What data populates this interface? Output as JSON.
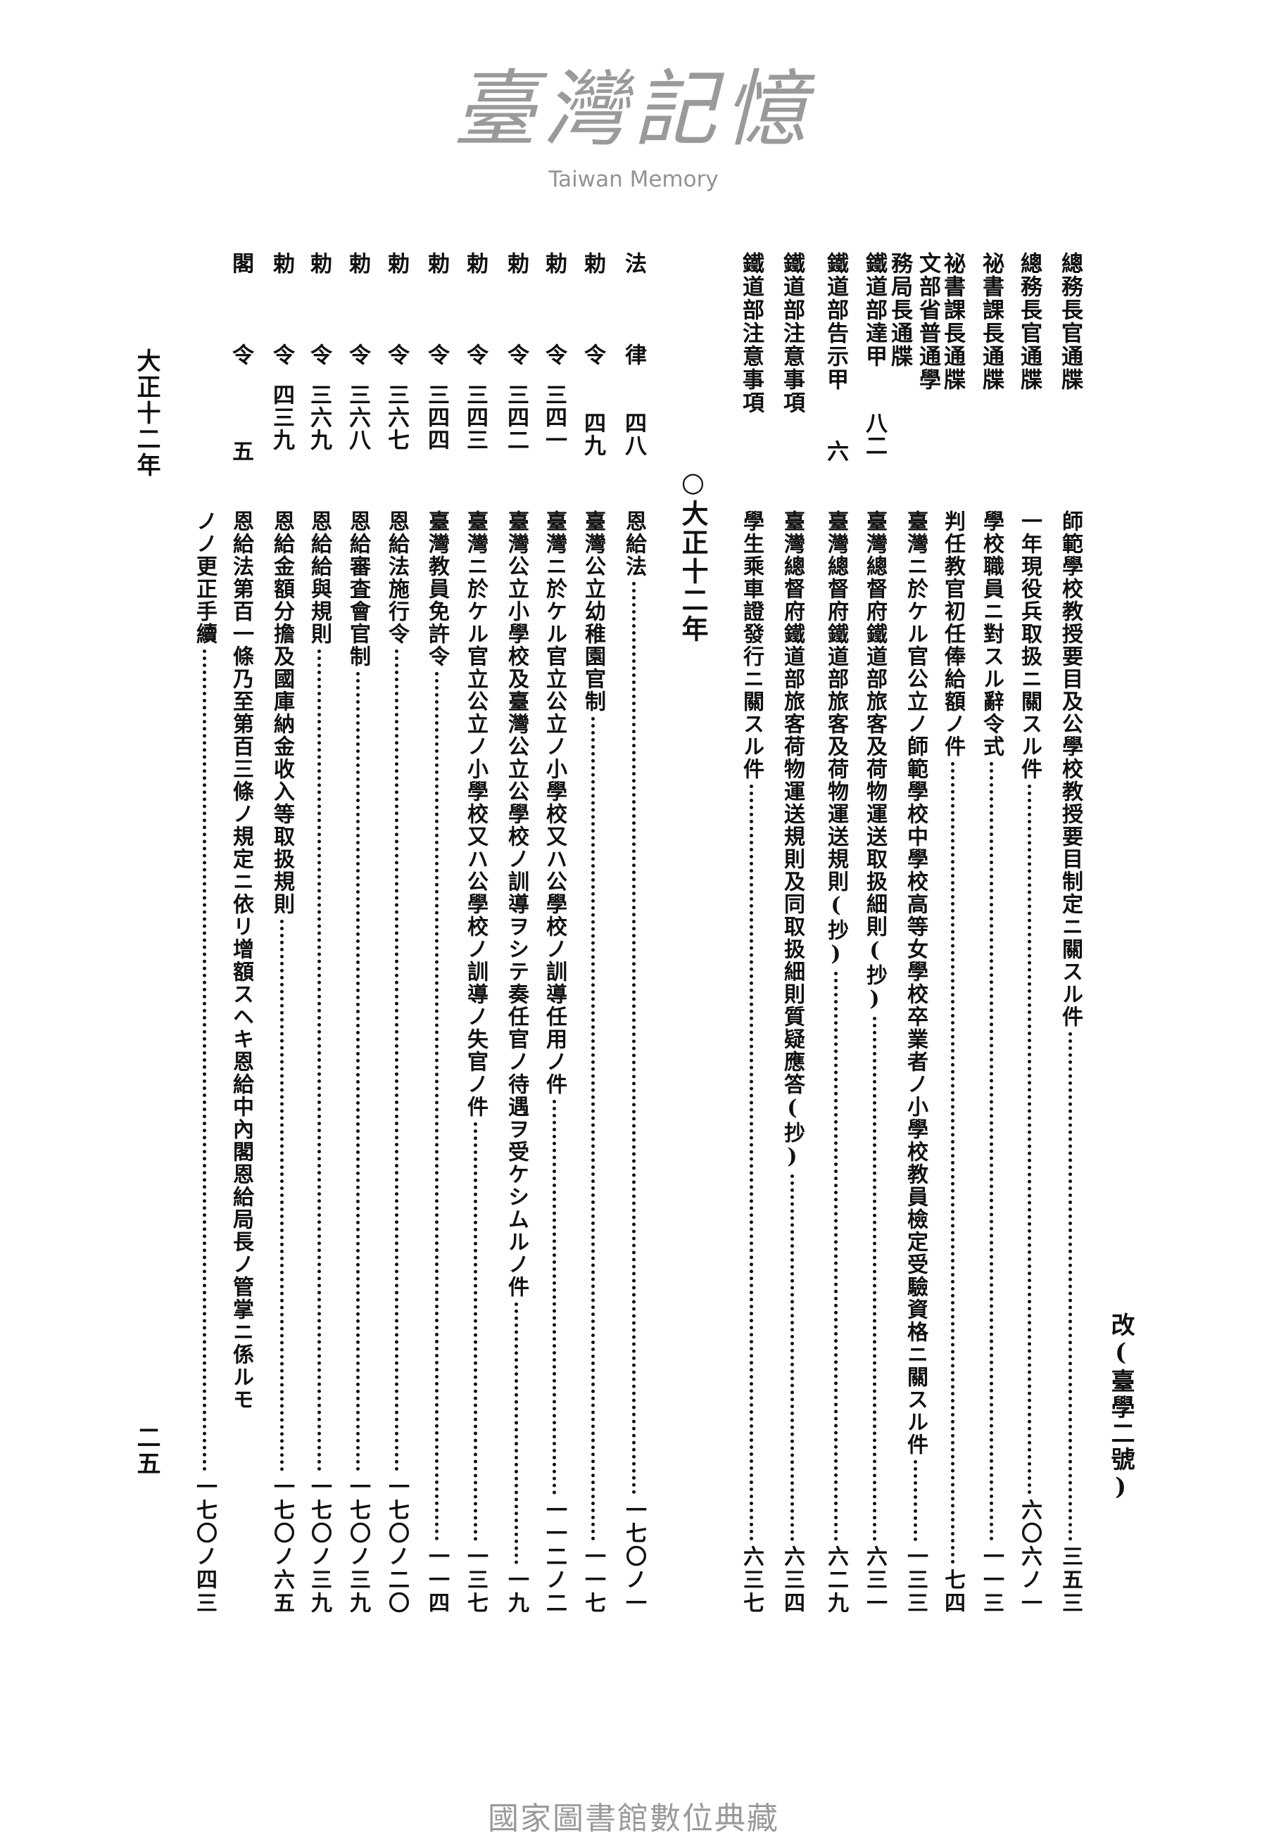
{
  "continuation_header": "改(臺學二號)",
  "top_section": {
    "rows": [
      {
        "issuer": [
          "總務長官通牒"
        ],
        "number": "",
        "title": [
          "師範學校教授要目及公學校教授要目制定ニ關スル件"
        ],
        "page": "三五三"
      },
      {
        "issuer": [
          "總務長官通牒"
        ],
        "number": "",
        "title": [
          "一年現役兵取扱ニ關スル件"
        ],
        "page": "六〇六ノ一"
      },
      {
        "issuer": [
          "祕書課長通牒"
        ],
        "number": "",
        "title": [
          "學校職員ニ對スル辭令式"
        ],
        "page": "一一三"
      },
      {
        "issuer": [
          "祕書課長通牒"
        ],
        "number": "",
        "title": [
          "判任教官初任俸給額ノ件"
        ],
        "page": "七四"
      },
      {
        "issuer": [
          "文部省普通學",
          "務局長通牒"
        ],
        "number": "",
        "title": [
          "臺灣ニ於ケル官公立ノ師範學校中學校高等女學校卒業者ノ小學校教員檢定受驗資格ニ關スル件"
        ],
        "page": "一三三"
      },
      {
        "issuer": [
          "鐵道部達甲"
        ],
        "number": "八二",
        "title": [
          "臺灣總督府鐵道部旅客及荷物運送取扱細則(抄)"
        ],
        "page": "六三一"
      },
      {
        "issuer": [
          "鐵道部告示甲"
        ],
        "number": "六",
        "title": [
          "臺灣總督府鐵道部旅客及荷物運送規則(抄)"
        ],
        "page": "六二九"
      },
      {
        "issuer": [
          "鐵道部注意事項"
        ],
        "number": "",
        "title": [
          "臺灣總督府鐵道部旅客荷物運送規則及同取扱細則質疑應答(抄)"
        ],
        "page": "六三四"
      },
      {
        "issuer": [
          "鐵道部注意事項"
        ],
        "number": "",
        "title": [
          "學生乘車證發行ニ關スル件"
        ],
        "page": "六三七"
      }
    ]
  },
  "section_heading": "○大正十二年",
  "bottom_section": {
    "rows": [
      {
        "type": [
          "法",
          "律"
        ],
        "number": "四八",
        "title": [
          "恩給法"
        ],
        "page": "一七〇ノ一"
      },
      {
        "type": [
          "勅",
          "令"
        ],
        "number": "四九",
        "title": [
          "臺灣公立幼稚園官制"
        ],
        "page": "一一七"
      },
      {
        "type": [
          "勅",
          "令"
        ],
        "number": "三四一",
        "title": [
          "臺灣ニ於ケル官立公立ノ小學校又ハ公學校ノ訓導任用ノ件"
        ],
        "page": "一一二ノ二"
      },
      {
        "type": [
          "勅",
          "令"
        ],
        "number": "三四二",
        "title": [
          "臺灣公立小學校及臺灣公立公學校ノ訓導ヲシテ奏任官ノ待遇ヲ受ケシムルノ件"
        ],
        "page": "一九"
      },
      {
        "type": [
          "勅",
          "令"
        ],
        "number": "三四三",
        "title": [
          "臺灣ニ於ケル官立公立ノ小學校又ハ公學校ノ訓導ノ失官ノ件"
        ],
        "page": "一三七"
      },
      {
        "type": [
          "勅",
          "令"
        ],
        "number": "三四四",
        "title": [
          "臺灣教員免許令"
        ],
        "page": "一一四"
      },
      {
        "type": [
          "勅",
          "令"
        ],
        "number": "三六七",
        "title": [
          "恩給法施行令"
        ],
        "page": "一七〇ノ二〇"
      },
      {
        "type": [
          "勅",
          "令"
        ],
        "number": "三六八",
        "title": [
          "恩給審査會官制"
        ],
        "page": "一七〇ノ三九"
      },
      {
        "type": [
          "勅",
          "令"
        ],
        "number": "三六九",
        "title": [
          "恩給給與規則"
        ],
        "page": "一七〇ノ三九"
      },
      {
        "type": [
          "勅",
          "令"
        ],
        "number": "四三九",
        "title": [
          "恩給金額分擔及國庫納金收入等取扱規則"
        ],
        "page": "一七〇ノ六五"
      },
      {
        "type": [
          "閣",
          "令"
        ],
        "number": "五",
        "title": [
          "恩給法第百一條乃至第百三條ノ規定ニ依リ增額スヘキ恩給中內閣恩給局長ノ管掌ニ係ルモ",
          "ノノ更正手續"
        ],
        "page": "一七〇ノ四三"
      }
    ]
  },
  "running_head": "大正十二年",
  "page_number": "二五",
  "watermark": {
    "logo_text": "臺灣記憶",
    "logo_text_en": "Taiwan Memory"
  },
  "footer": "國家圖書館數位典藏"
}
